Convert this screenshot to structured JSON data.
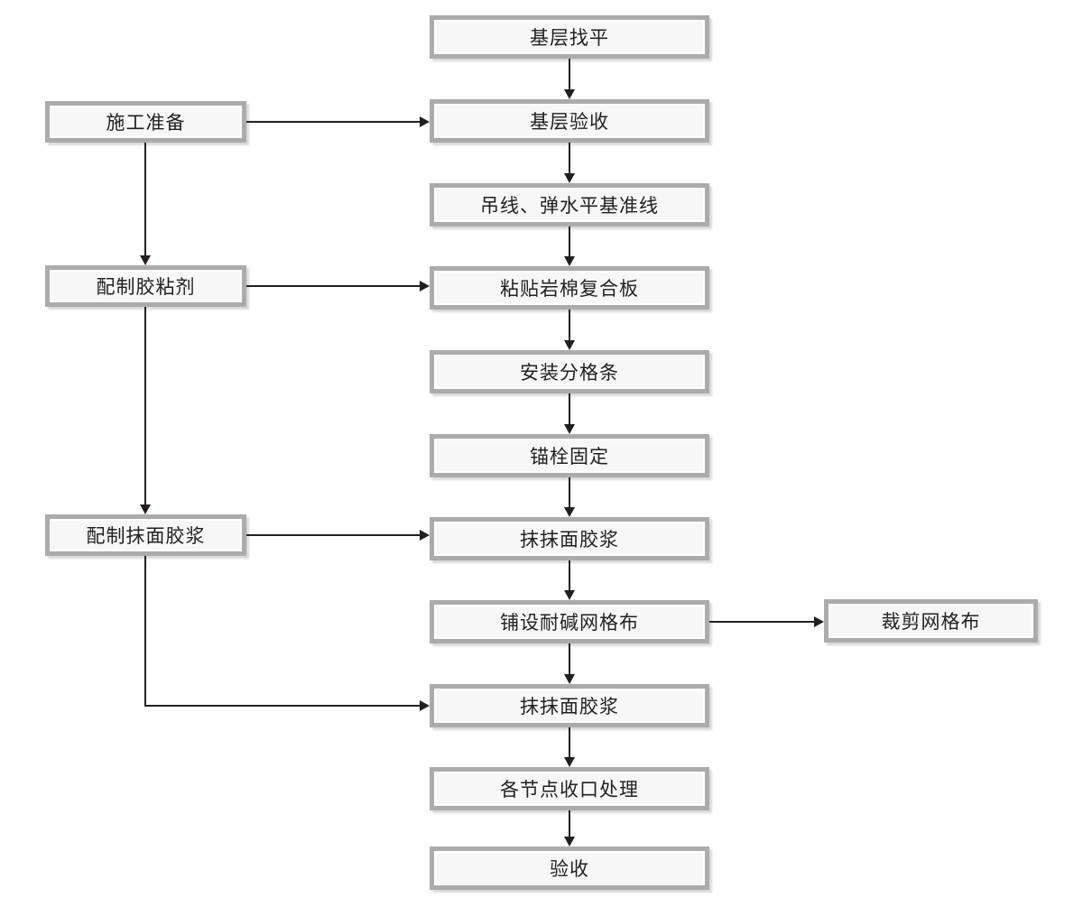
{
  "diagram_type": "flowchart",
  "colors": {
    "background": "#ffffff",
    "box_border": "#ababab",
    "box_fill": "#f7f7f7",
    "box_shadow": "#d9d9d9",
    "line": "#231f20",
    "text": "#232020"
  },
  "nodes": {
    "center": [
      {
        "id": "c1",
        "label": "基层找平"
      },
      {
        "id": "c2",
        "label": "基层验收"
      },
      {
        "id": "c3",
        "label": "吊线、弹水平基准线"
      },
      {
        "id": "c4",
        "label": "粘贴岩棉复合板"
      },
      {
        "id": "c5",
        "label": "安装分格条"
      },
      {
        "id": "c6",
        "label": "锚栓固定"
      },
      {
        "id": "c7",
        "label": "抹抹面胶浆"
      },
      {
        "id": "c8",
        "label": "铺设耐碱网格布"
      },
      {
        "id": "c9",
        "label": "抹抹面胶浆"
      },
      {
        "id": "c10",
        "label": "各节点收口处理"
      },
      {
        "id": "c11",
        "label": "验收"
      }
    ],
    "left": [
      {
        "id": "l1",
        "label": "施工准备"
      },
      {
        "id": "l2",
        "label": "配制胶粘剂"
      },
      {
        "id": "l3",
        "label": "配制抹面胶浆"
      }
    ],
    "right": [
      {
        "id": "r1",
        "label": "裁剪网格布"
      }
    ]
  },
  "edges": [
    {
      "from": "c1",
      "to": "c2"
    },
    {
      "from": "l1",
      "to": "c2"
    },
    {
      "from": "l1",
      "to": "l2"
    },
    {
      "from": "c2",
      "to": "c3"
    },
    {
      "from": "c3",
      "to": "c4"
    },
    {
      "from": "l2",
      "to": "c4"
    },
    {
      "from": "l2",
      "to": "l3"
    },
    {
      "from": "c4",
      "to": "c5"
    },
    {
      "from": "c5",
      "to": "c6"
    },
    {
      "from": "c6",
      "to": "c7"
    },
    {
      "from": "l3",
      "to": "c7"
    },
    {
      "from": "c7",
      "to": "c8"
    },
    {
      "from": "c8",
      "to": "r1"
    },
    {
      "from": "c8",
      "to": "c9"
    },
    {
      "from": "l3",
      "to": "c9"
    },
    {
      "from": "c9",
      "to": "c10"
    },
    {
      "from": "c10",
      "to": "c11"
    }
  ]
}
